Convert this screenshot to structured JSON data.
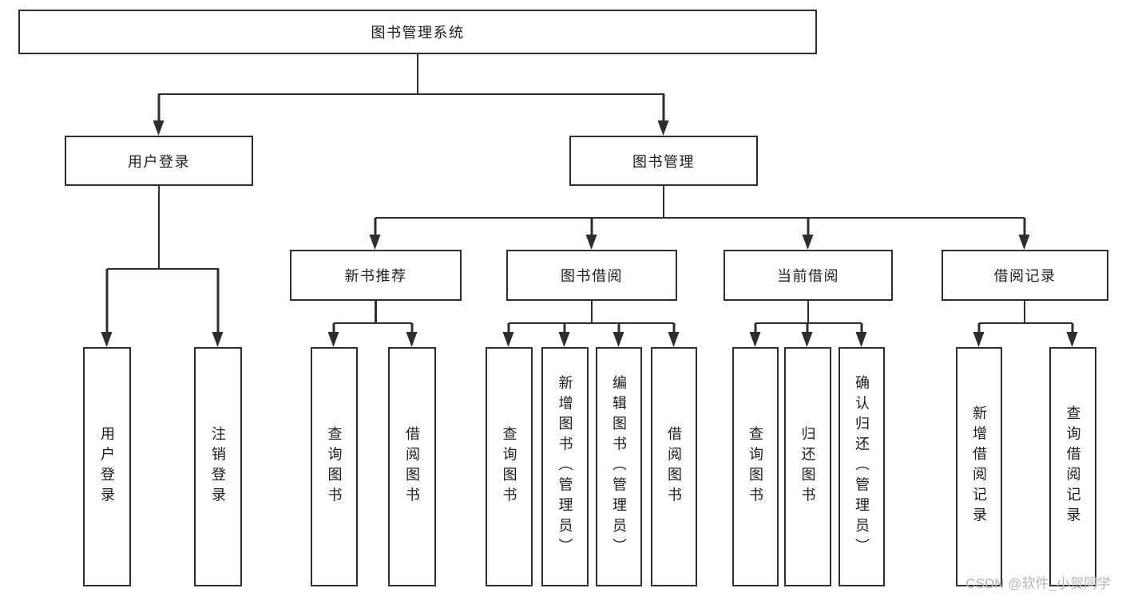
{
  "diagram_title": "图书管理系统",
  "nodes": {
    "root": "图书管理系统",
    "user_login": "用户登录",
    "book_mgmt": "图书管理",
    "new_book": "新书推荐",
    "book_borrow": "图书借阅",
    "current_borrow": "当前借阅",
    "borrow_record": "借阅记录"
  },
  "leaves": {
    "user_login": [
      "用户登录",
      "注销登录"
    ],
    "new_book": [
      "查询图书",
      "借阅图书"
    ],
    "book_borrow": [
      "查询图书",
      "新增图书（管理员）",
      "编辑图书（管理员）",
      "借阅图书"
    ],
    "current_borrow": [
      "查询图书",
      "归还图书",
      "确认归还（管理员）"
    ],
    "borrow_record": [
      "新增借阅记录",
      "查询借阅记录"
    ]
  },
  "watermark": "CSDN @软件_小贺同学",
  "colors": {
    "line": "#2e2e2e",
    "box_background": "#ffffff",
    "text": "#1c1c1c",
    "watermark": "#b5b5b5"
  }
}
